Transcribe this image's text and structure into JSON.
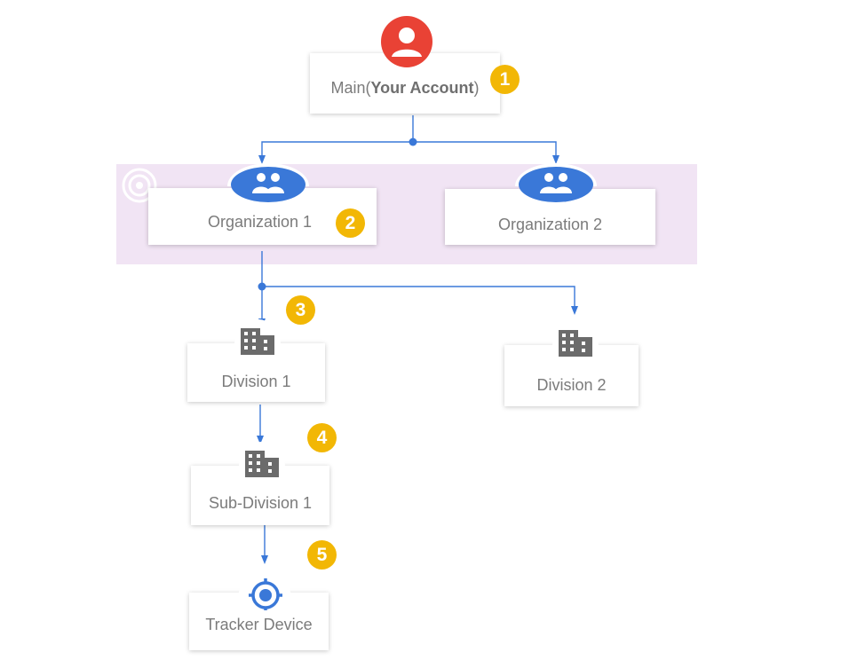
{
  "colors": {
    "connector": "#3a78d8",
    "badge": "#f2b705",
    "highlight": "#f1e4f4",
    "account_icon": "#e94235",
    "group_icon": "#3a78d8",
    "building_icon": "#6b6b6b",
    "tracker_icon": "#3a78d8"
  },
  "nodes": {
    "main": {
      "label_prefix": "Main(",
      "label_bold": "Your Account",
      "label_suffix": ")",
      "icon": "account-icon",
      "badge": "1"
    },
    "org1": {
      "label": "Organization 1",
      "icon": "group-icon",
      "badge": "2"
    },
    "org2": {
      "label": "Organization 2",
      "icon": "group-icon"
    },
    "div1": {
      "label": "Division 1",
      "icon": "building-icon",
      "badge": "3"
    },
    "div2": {
      "label": "Division 2",
      "icon": "building-icon"
    },
    "subdiv1": {
      "label": "Sub-Division 1",
      "icon": "building-icon",
      "badge": "4"
    },
    "tracker": {
      "label": "Tracker Device",
      "icon": "target-icon",
      "badge": "5"
    }
  }
}
